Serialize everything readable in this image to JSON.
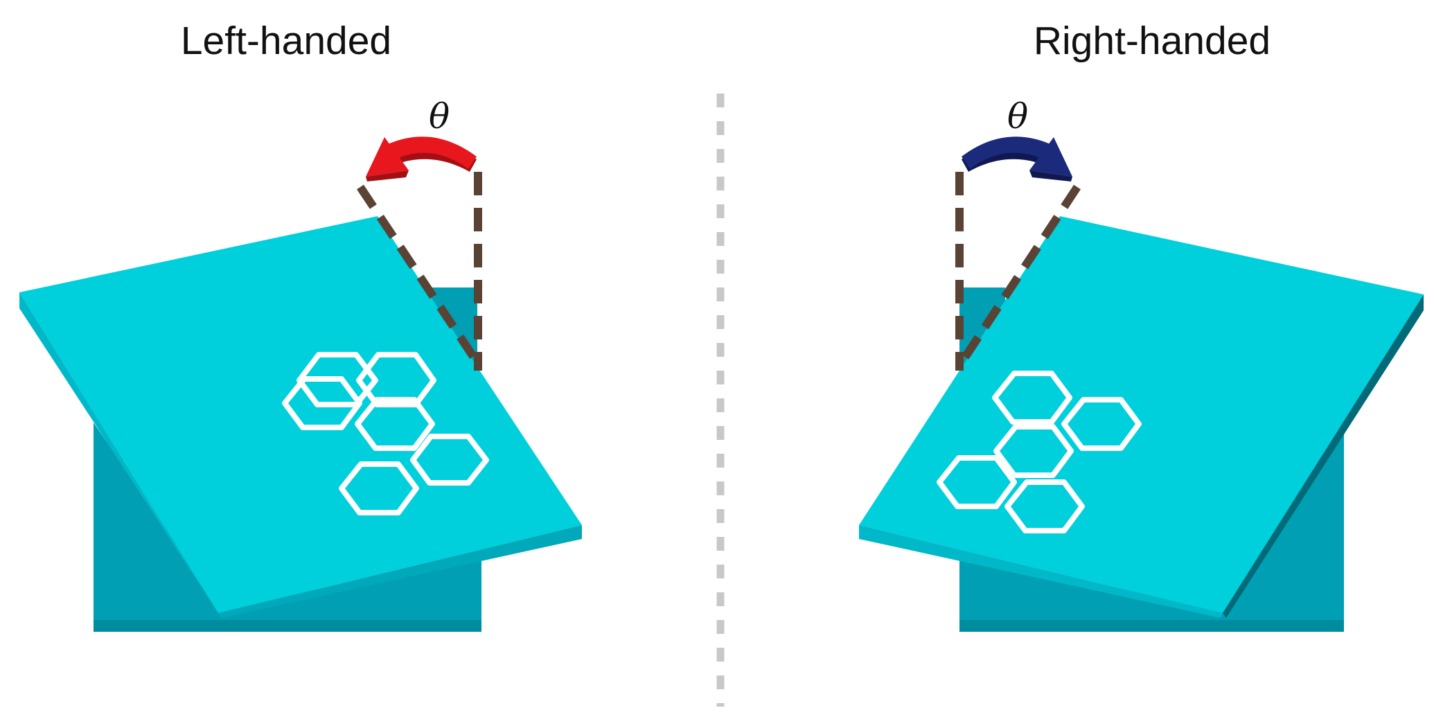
{
  "labels": {
    "left": "Left-handed",
    "right": "Right-handed",
    "theta_left": "θ",
    "theta_right": "θ"
  },
  "colors": {
    "background": "#ffffff",
    "plate_top": "#00cfdc",
    "plate_edge": "#00a9ba",
    "plate_edge_dark": "#006a78",
    "block": "#009fb3",
    "block_dark": "#008c9f",
    "hexagon_stroke": "#ffffff",
    "guide_dashes": "#5a4235",
    "mirror_line": "#c8c8c8",
    "arrow_left": "#e8161d",
    "arrow_left_dark": "#a30f14",
    "arrow_right": "#1b2a7a",
    "arrow_right_dark": "#0f1850"
  },
  "icons": {
    "left_arrow": "counterclockwise-arrow-icon",
    "right_arrow": "clockwise-arrow-icon",
    "molecule": "hexagon-lattice-icon"
  }
}
